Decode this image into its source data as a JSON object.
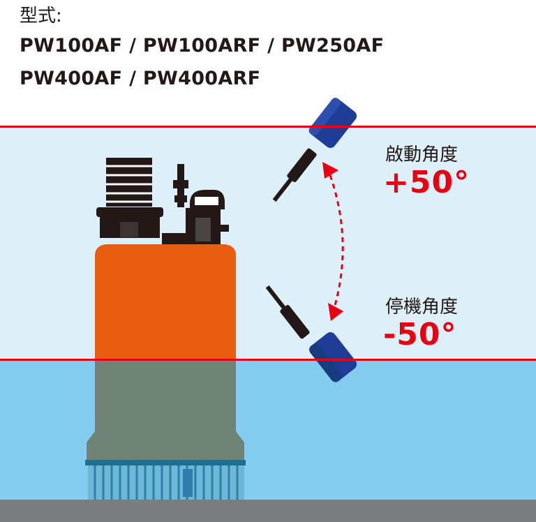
{
  "header": {
    "model_label": "型式:",
    "models_line1": "PW100AF / PW100ARF / PW250AF",
    "models_line2": "PW400AF / PW400ARF"
  },
  "start": {
    "label": "啟動角度",
    "angle": "+50°"
  },
  "stop": {
    "label": "停機角度",
    "angle": "-50°"
  },
  "colors": {
    "pump_orange": "#e85d0f",
    "pump_submerged": "#6f8376",
    "water_upper": "#ddeff8",
    "water_lower": "#84cdf0",
    "level_line": "#e60012",
    "float_blue": "#1f3c96",
    "ground": "#7b7c7f",
    "accent_red": "#e60012"
  },
  "icons": {
    "pump": "submersible-pump-icon",
    "float_start": "float-switch-icon",
    "float_stop": "float-switch-icon",
    "swing_arrow": "double-arrow-arc-icon"
  }
}
